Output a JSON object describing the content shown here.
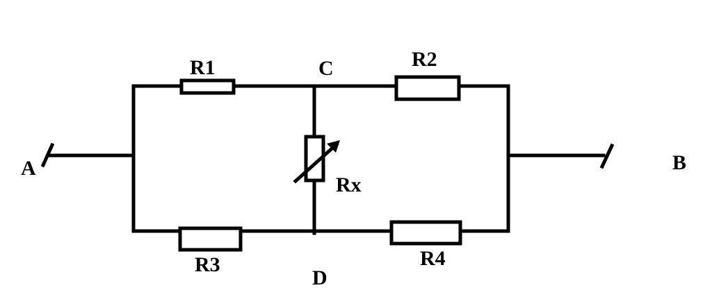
{
  "diagram": {
    "terminals": {
      "a": "A",
      "b": "B"
    },
    "nodes": {
      "c": "C",
      "d": "D"
    },
    "resistors": {
      "r1": "R1",
      "r2": "R2",
      "r3": "R3",
      "r4": "R4",
      "rx": "Rx"
    },
    "line_color": "#000000",
    "background_color": "#ffffff"
  }
}
